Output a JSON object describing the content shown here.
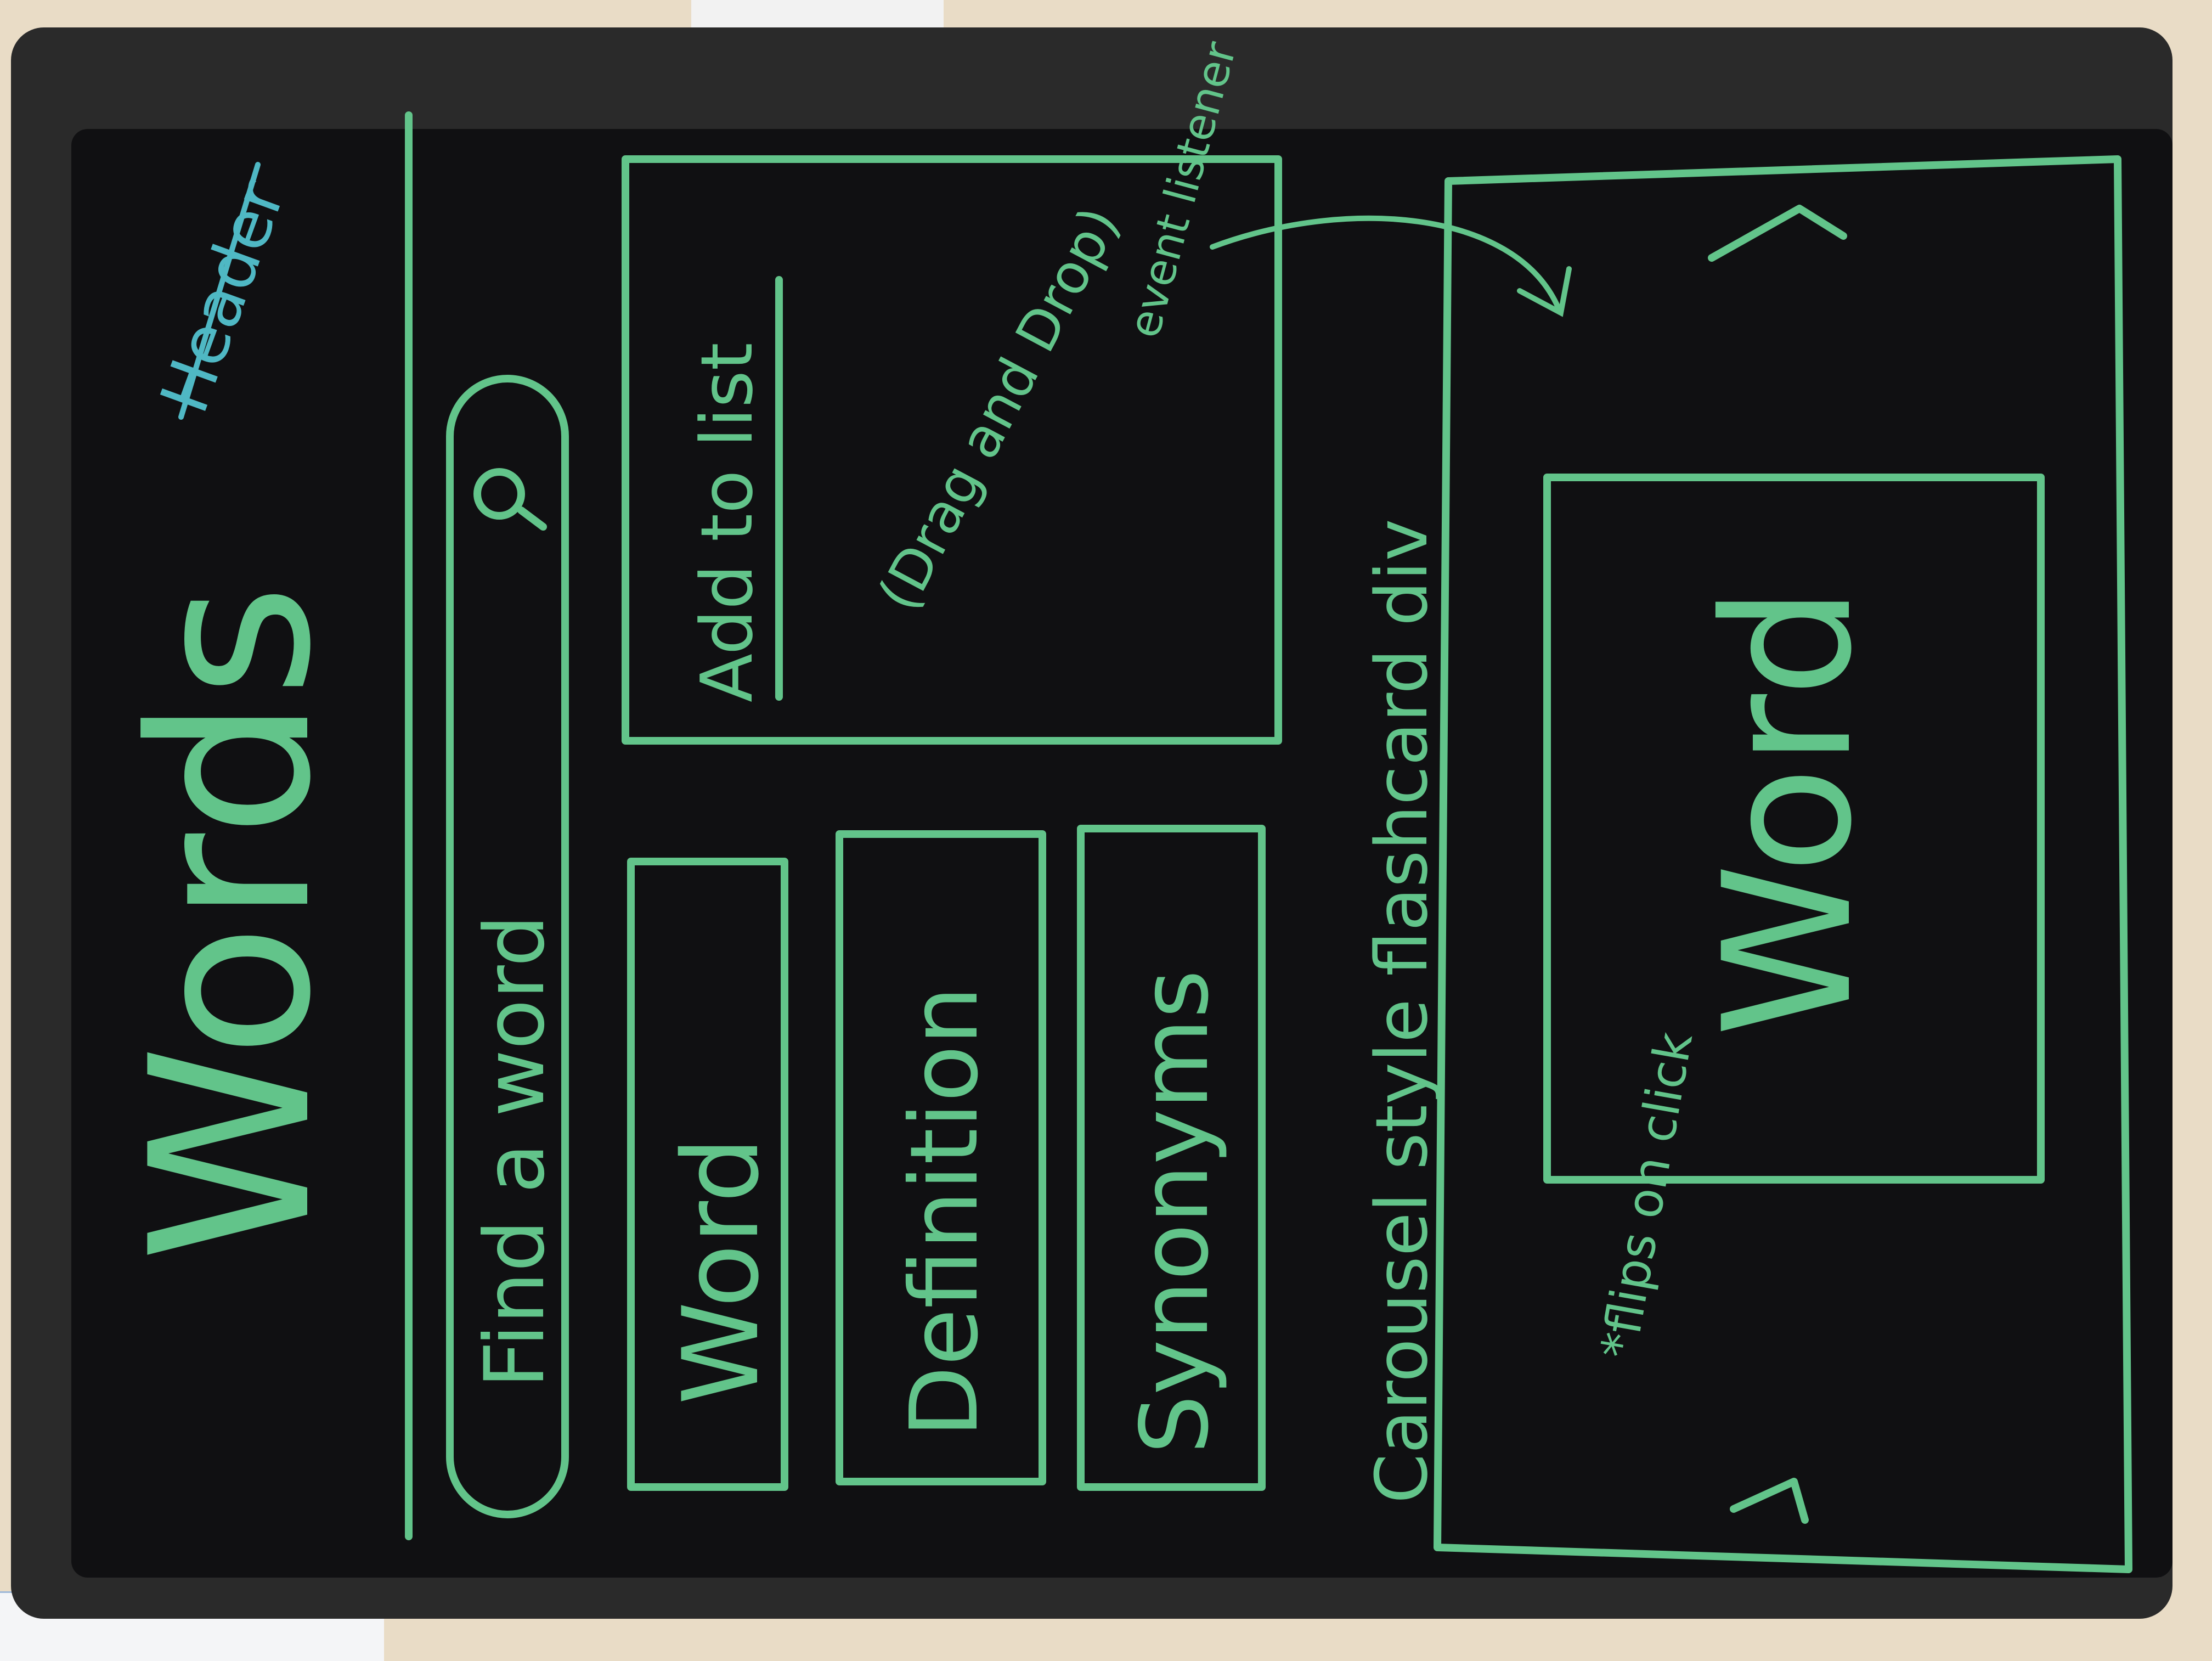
{
  "title": "Words",
  "header_label": "Header",
  "search": {
    "placeholder": "Find a word",
    "icon": "search-icon"
  },
  "fields": [
    "Word",
    "Definition",
    "Synonyms"
  ],
  "list_panel": {
    "title": "Add to list",
    "note": "(Drag and Drop)",
    "arrow_note": "event listener"
  },
  "carousel": {
    "label": "Carousel style flashcard div",
    "card_word": "Word",
    "flip_note": "*flips on click",
    "prev_icon": "chevron-left-icon",
    "next_icon": "chevron-right-icon"
  },
  "colors": {
    "ink": "#62c48a",
    "header_ink": "#4fb8c4",
    "screen": "#101012"
  }
}
